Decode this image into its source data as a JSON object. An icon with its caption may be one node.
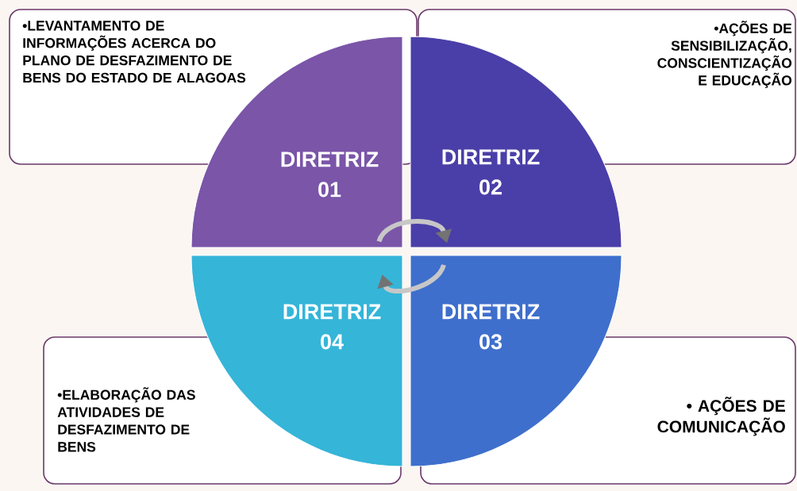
{
  "diagram": {
    "nodes": [
      {
        "text": [
          "•LEVANTAMENTO DE INFORMAÇÕES ACERCA DO PLANO DE DESFAZIMENTO DE BENS DO ESTADO DE ALAGOAS"
        ]
      },
      {
        "text": [
          "•AÇÕES DE SENSIBILIZAÇÃO, CONSCIENTIZAÇÃO E EDUCAÇÃO"
        ]
      },
      {
        "text": [
          "DIRETRIZ 01"
        ]
      },
      {
        "text": [
          "DIRETRIZ 02"
        ]
      },
      {
        "text": [
          "DIRETRIZ 04"
        ]
      },
      {
        "text": [
          "DIRETRIZ 03"
        ]
      },
      {
        "text": [
          "•ELABORAÇÃO DAS ATIVIDADES DE DESFAZIMENTO DE BENS"
        ]
      },
      {
        "text": [
          "• AÇÕES DE COMUNICAÇÃO"
        ]
      }
    ],
    "edges": [
      {
        "from": 2,
        "to": 3,
        "arrow": "to"
      },
      {
        "from": 5,
        "to": 4,
        "arrow": "to"
      }
    ]
  }
}
